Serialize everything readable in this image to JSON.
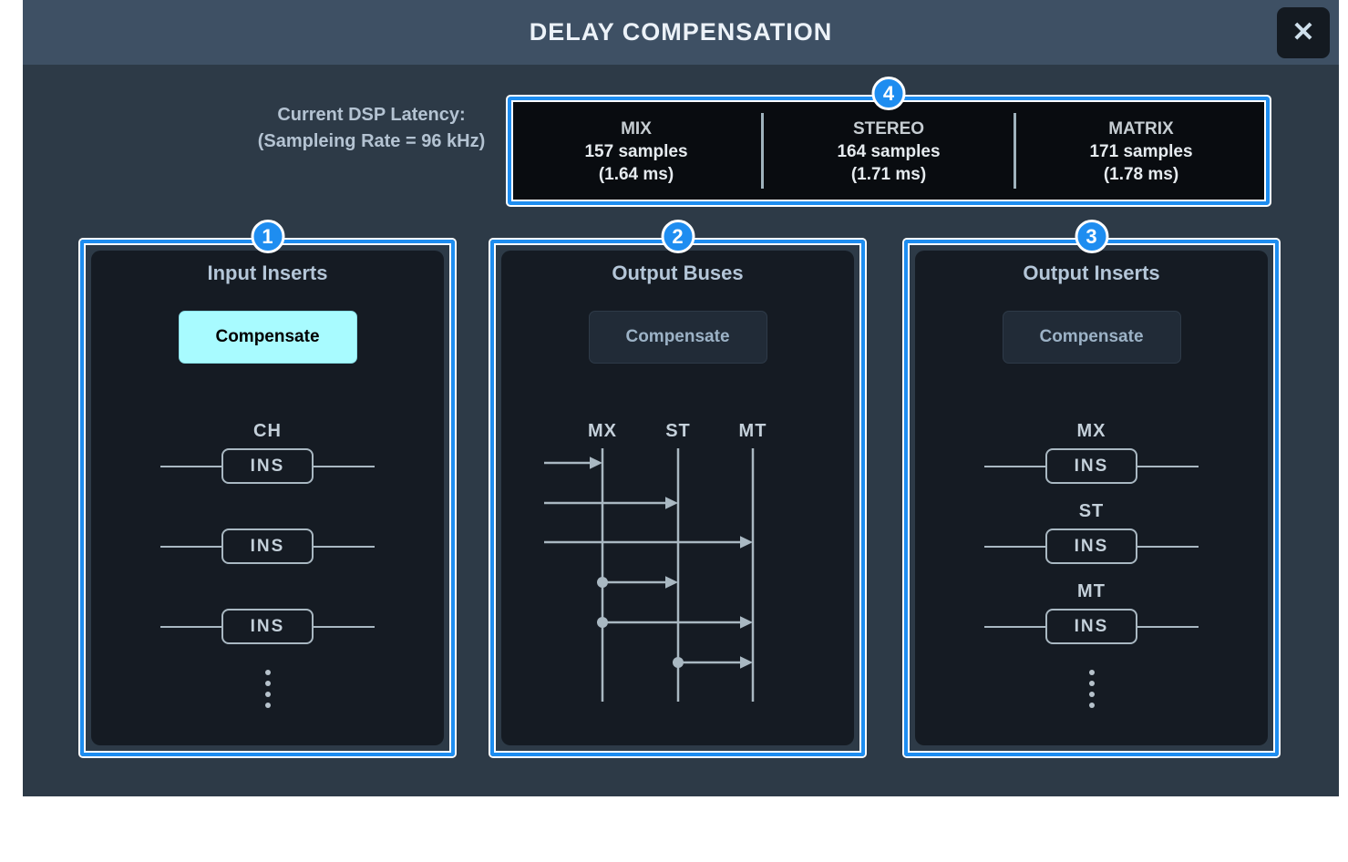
{
  "window": {
    "title": "DELAY COMPENSATION",
    "close_glyph": "✕"
  },
  "latency": {
    "label_line1": "Current DSP Latency:",
    "label_line2": "(Sampleing Rate = 96 kHz)",
    "badge": "4",
    "columns": [
      {
        "name": "MIX",
        "samples": "157 samples",
        "ms": "(1.64 ms)"
      },
      {
        "name": "STEREO",
        "samples": "164 samples",
        "ms": "(1.71 ms)"
      },
      {
        "name": "MATRIX",
        "samples": "171 samples",
        "ms": "(1.78 ms)"
      }
    ]
  },
  "panels": [
    {
      "badge": "1",
      "title": "Input Inserts",
      "button_label": "Compensate",
      "button_state": "on",
      "rows": [
        {
          "label": "CH",
          "box": "INS"
        },
        {
          "label": "",
          "box": "INS"
        },
        {
          "label": "",
          "box": "INS"
        }
      ]
    },
    {
      "badge": "2",
      "title": "Output Buses",
      "button_label": "Compensate",
      "button_state": "off",
      "bus_labels": [
        "MX",
        "ST",
        "MT"
      ]
    },
    {
      "badge": "3",
      "title": "Output Inserts",
      "button_label": "Compensate",
      "button_state": "off",
      "rows": [
        {
          "label": "MX",
          "box": "INS"
        },
        {
          "label": "ST",
          "box": "INS"
        },
        {
          "label": "MT",
          "box": "INS"
        }
      ]
    }
  ],
  "colors": {
    "accent_blue": "#1e8df0",
    "active_button": "#a8fbff",
    "titlebar": "#3e5064",
    "body_bg": "#2d3a47",
    "panel_bg": "#151b23",
    "latency_bg": "#090c10",
    "diagram_line": "#a9b8c2"
  }
}
